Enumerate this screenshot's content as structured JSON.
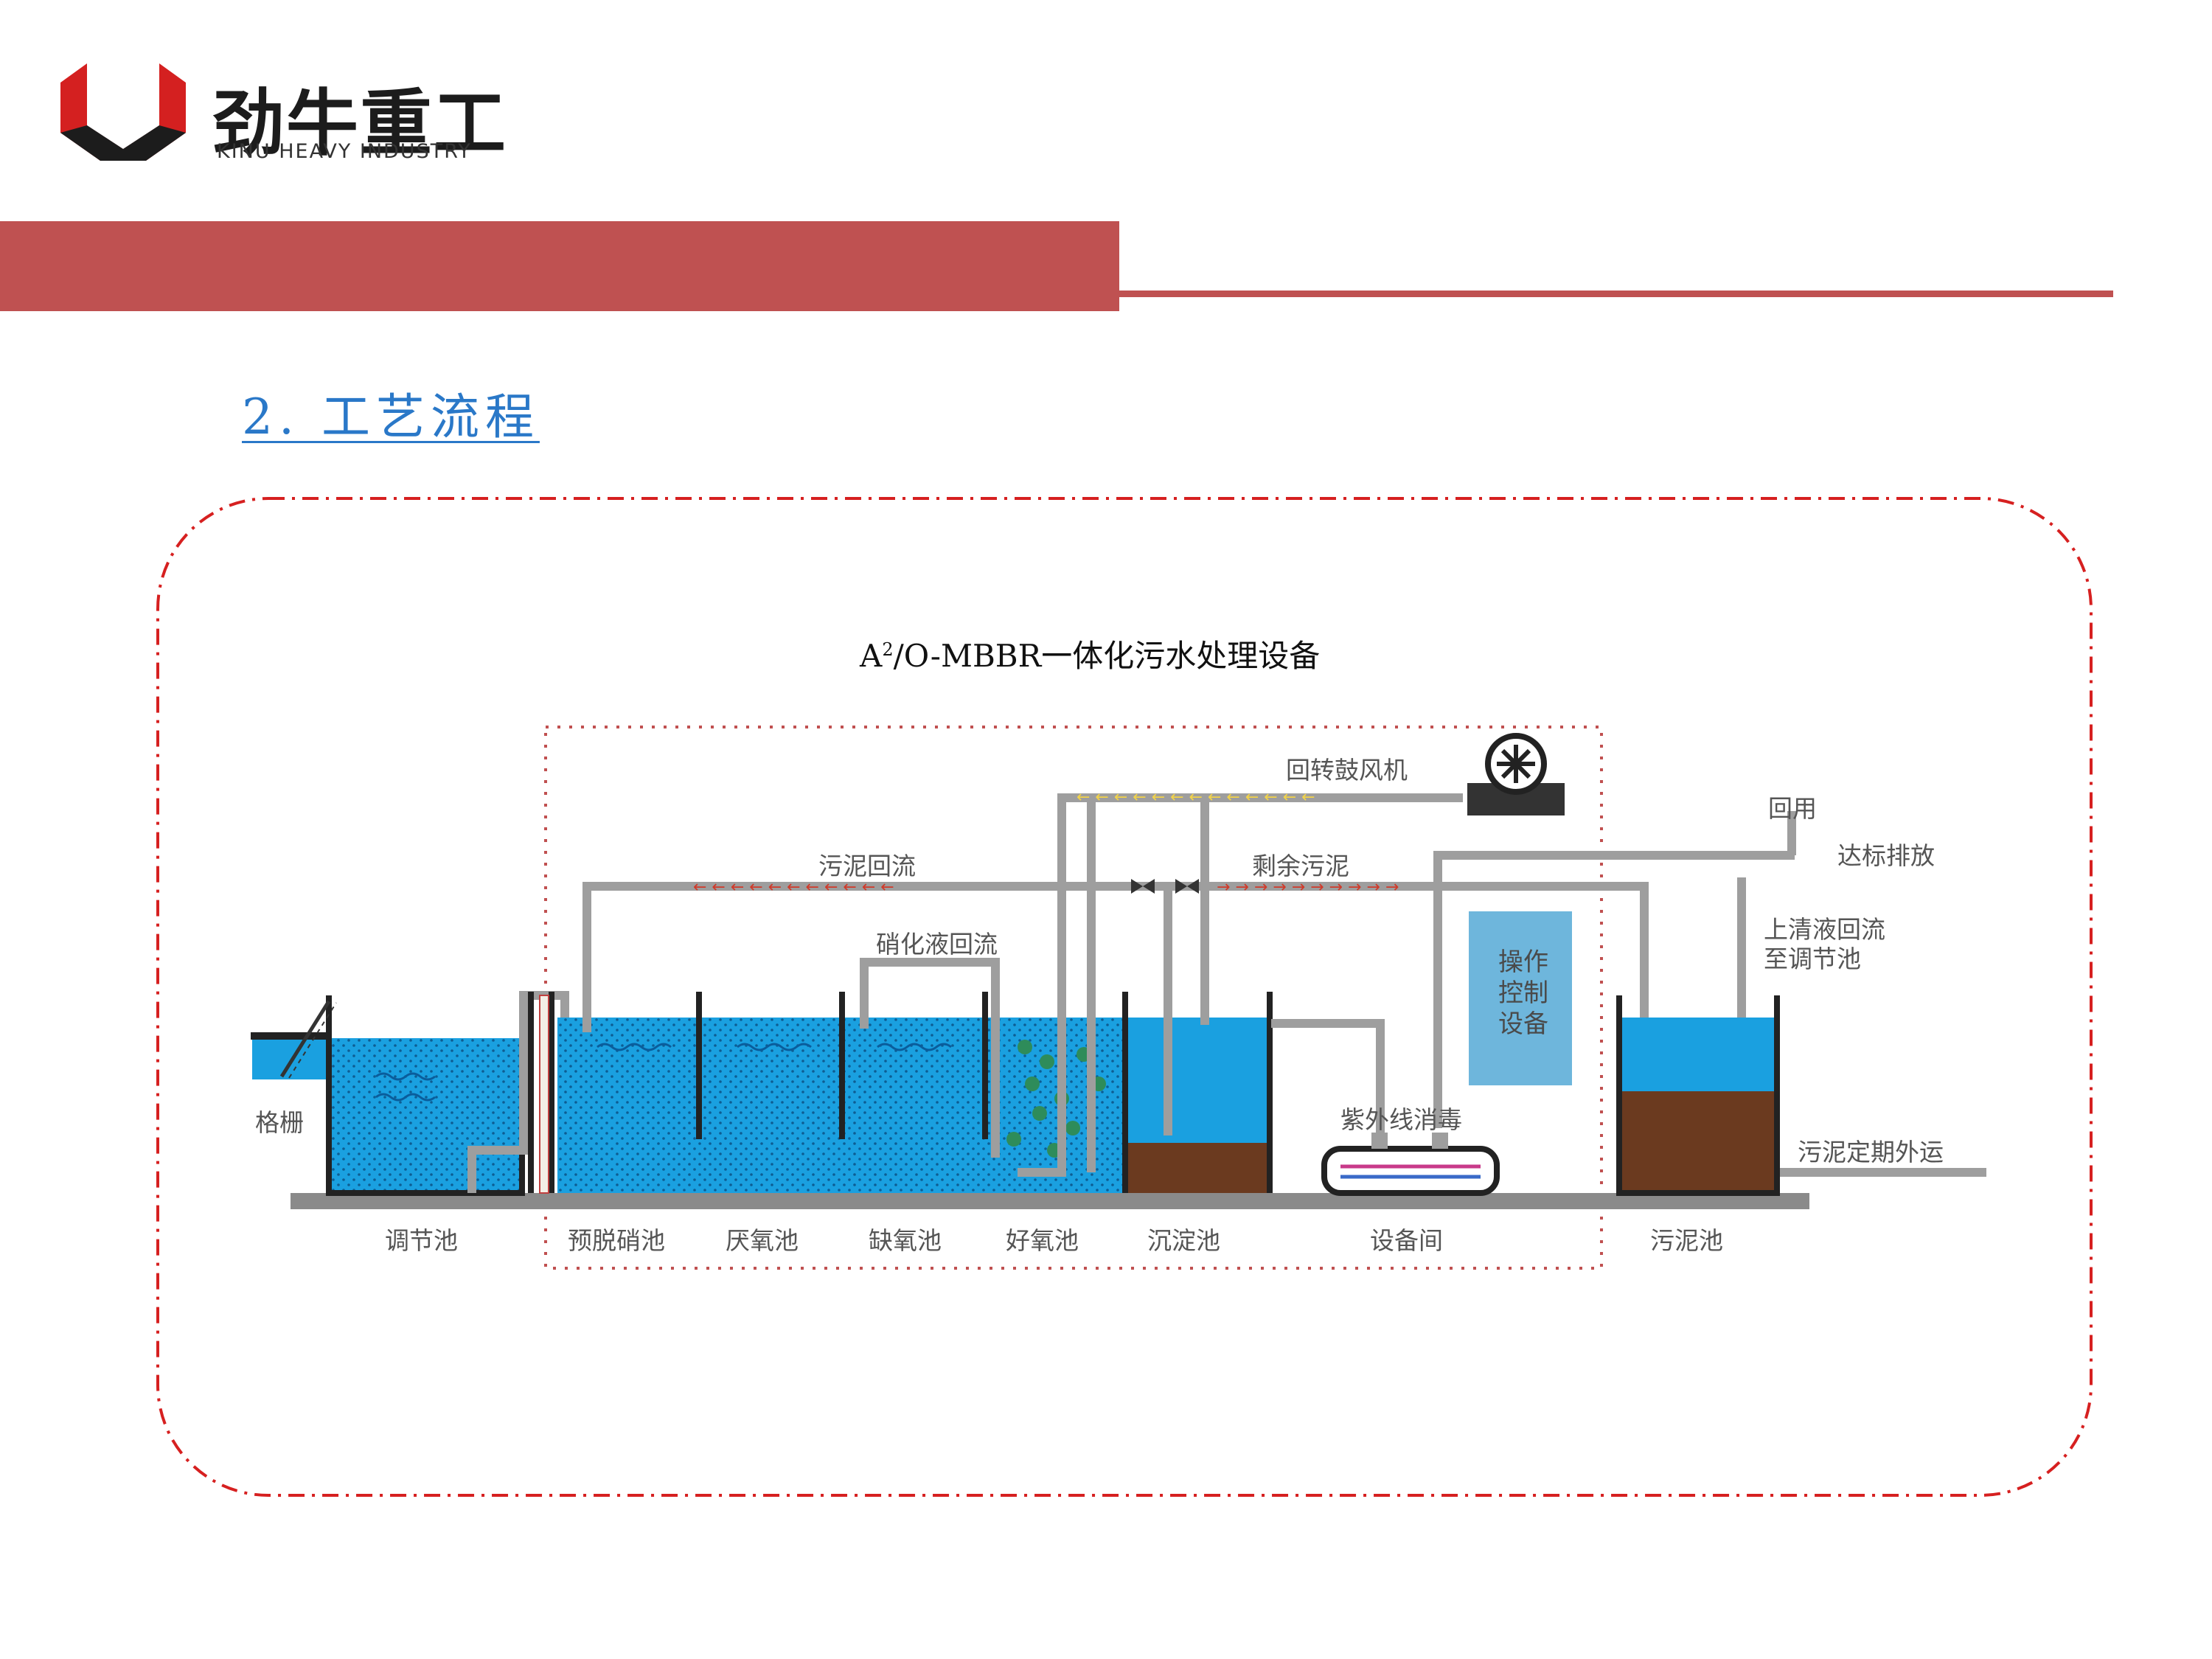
{
  "header": {
    "logo_cn": "劲牛重工",
    "logo_en": "KINU HEAVY INDUSTRY",
    "brand_color": "#bf5151"
  },
  "section": {
    "title": "2. 工艺流程"
  },
  "diagram": {
    "title_prefix": "A",
    "title_sup": "2",
    "title_rest": "/O-MBBR一体化污水处理设备",
    "labels": {
      "blower": "回转鼓风机",
      "reuse": "回用",
      "discharge": "达标排放",
      "sludge_return": "污泥回流",
      "excess_sludge": "剩余污泥",
      "nitrate_return": "硝化液回流",
      "supernatant_return_1": "上清液回流",
      "supernatant_return_2": "至调节池",
      "control_1": "操作",
      "control_2": "控制",
      "control_3": "设备",
      "uv": "紫外线消毒",
      "screen": "格栅",
      "sludge_out": "污泥定期外运"
    },
    "tanks": [
      "调节池",
      "预脱硝池",
      "厌氧池",
      "缺氧池",
      "好氧池",
      "沉淀池",
      "设备间",
      "污泥池"
    ],
    "colors": {
      "water": "#1aa0e0",
      "pipe": "#9e9e9e",
      "sludge": "#6b3a1f",
      "frame_dash": "#d62020",
      "arrow_yellow": "#f2d34a",
      "arrow_red": "#d03a2a",
      "control_box": "#6eb6dc"
    },
    "icons": [
      "blower-icon",
      "uv-lamp-icon",
      "screen-icon"
    ]
  }
}
